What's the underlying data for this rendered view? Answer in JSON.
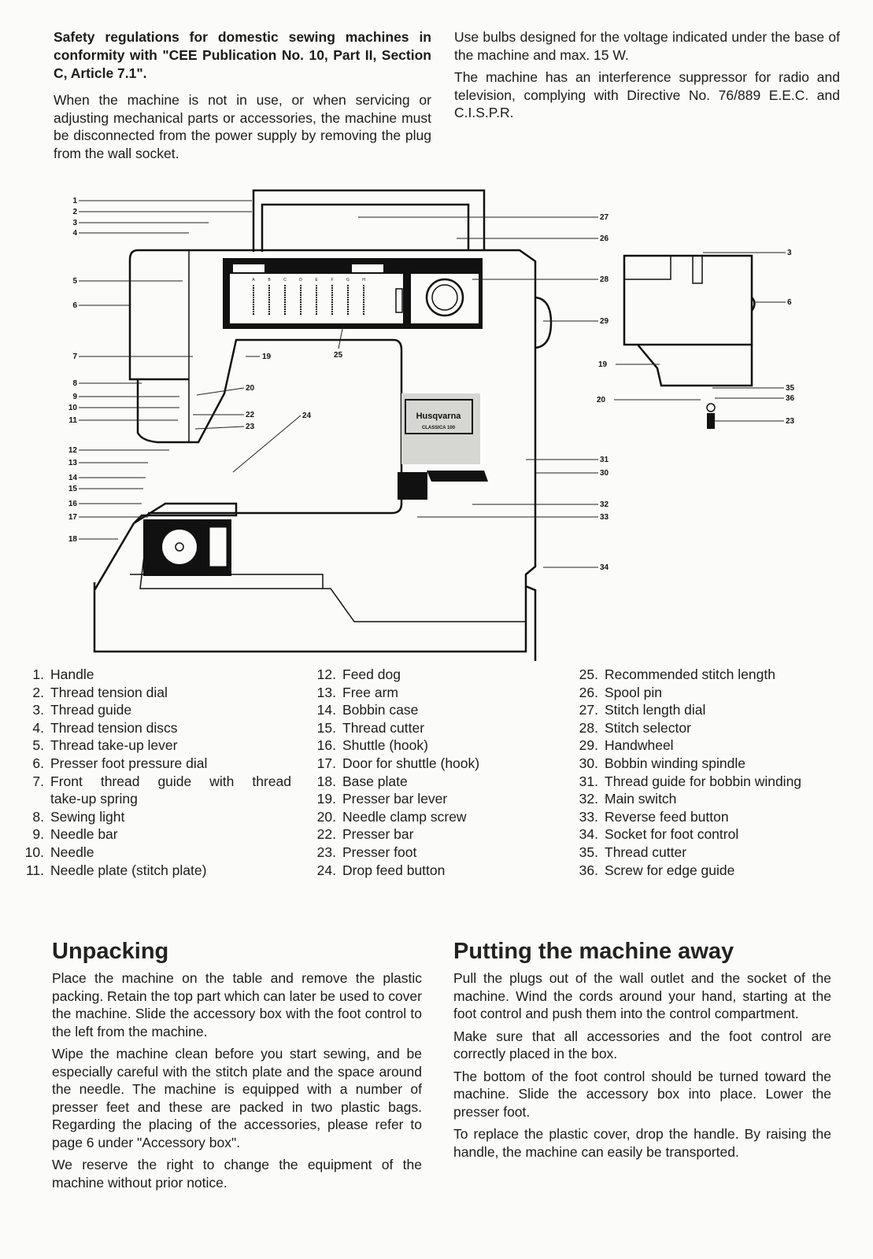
{
  "safety": {
    "heading": "Safety regulations for domestic sewing machines in conformity with \"CEE Publication No. 10, Part II, Section C, Article 7.1\".",
    "body": "When the machine is not in use, or when servicing or adjusting mechanical parts or accessories, the machine must be disconnected from the power supply by removing the plug from the wall socket."
  },
  "right_top": {
    "paragraphs": [
      "Use bulbs designed for the voltage indicated under the base of the machine and max. 15 W.",
      "The machine has an interference suppressor for radio and television, complying with Directive No. 76/889 E.E.C. and C.I.S.P.R."
    ]
  },
  "diagram": {
    "brand_label": "Husqvarna",
    "model_label": "CLASSICA 100",
    "callouts_left": [
      "1",
      "2",
      "3",
      "4",
      "5",
      "6",
      "7",
      "8",
      "9",
      "10",
      "11",
      "12",
      "13",
      "14",
      "15",
      "16",
      "17",
      "18"
    ],
    "callouts_inner": [
      "19",
      "20",
      "22",
      "23",
      "24",
      "25"
    ],
    "callouts_right": [
      "27",
      "26",
      "28",
      "29",
      "31",
      "30",
      "32",
      "33",
      "34"
    ],
    "side_view_callouts": [
      "3",
      "6",
      "19",
      "20",
      "35",
      "36",
      "23"
    ],
    "stitch_letters": [
      "A",
      "B",
      "C",
      "D",
      "E",
      "F",
      "G",
      "H"
    ]
  },
  "parts": {
    "col1": [
      {
        "num": "1.",
        "label": "Handle"
      },
      {
        "num": "2.",
        "label": "Thread tension dial"
      },
      {
        "num": "3.",
        "label": "Thread guide"
      },
      {
        "num": "4.",
        "label": "Thread tension discs"
      },
      {
        "num": "5.",
        "label": "Thread take-up lever"
      },
      {
        "num": "6.",
        "label": "Presser foot pressure dial"
      },
      {
        "num": "7.",
        "label": "Front thread guide with thread"
      },
      {
        "num": "",
        "label": "take-up spring"
      },
      {
        "num": "8.",
        "label": "Sewing light"
      },
      {
        "num": "9.",
        "label": "Needle bar"
      },
      {
        "num": "10.",
        "label": "Needle"
      },
      {
        "num": "11.",
        "label": "Needle plate (stitch plate)"
      }
    ],
    "col2": [
      {
        "num": "12.",
        "label": "Feed dog"
      },
      {
        "num": "13.",
        "label": "Free arm"
      },
      {
        "num": "14.",
        "label": "Bobbin case"
      },
      {
        "num": "15.",
        "label": "Thread cutter"
      },
      {
        "num": "16.",
        "label": "Shuttle (hook)"
      },
      {
        "num": "17.",
        "label": "Door for shuttle (hook)"
      },
      {
        "num": "18.",
        "label": "Base plate"
      },
      {
        "num": "19.",
        "label": "Presser bar lever"
      },
      {
        "num": "20.",
        "label": "Needle clamp screw"
      },
      {
        "num": "22.",
        "label": "Presser bar"
      },
      {
        "num": "23.",
        "label": "Presser foot"
      },
      {
        "num": "24.",
        "label": "Drop feed button"
      }
    ],
    "col3": [
      {
        "num": "25.",
        "label": "Recommended stitch length"
      },
      {
        "num": "26.",
        "label": "Spool pin"
      },
      {
        "num": "27.",
        "label": "Stitch length dial"
      },
      {
        "num": "28.",
        "label": "Stitch selector"
      },
      {
        "num": "29.",
        "label": "Handwheel"
      },
      {
        "num": "30.",
        "label": "Bobbin winding spindle"
      },
      {
        "num": "31.",
        "label": "Thread guide for bobbin winding"
      },
      {
        "num": "32.",
        "label": "Main switch"
      },
      {
        "num": "33.",
        "label": "Reverse feed button"
      },
      {
        "num": "34.",
        "label": "Socket for foot control"
      },
      {
        "num": "35.",
        "label": "Thread cutter"
      },
      {
        "num": "36.",
        "label": "Screw for edge guide"
      }
    ]
  },
  "unpacking": {
    "title": "Unpacking",
    "paragraphs": [
      "Place the machine on the table and remove the plastic packing. Retain the top part which can later be used to cover the machine. Slide the accessory box with the foot control to the left from the machine.",
      "Wipe the machine clean before you start sewing, and be especially careful with the stitch plate and the space around the needle. The machine is equipped with a number of presser feet and these are packed in two plastic bags. Regarding the placing of the accessories, please refer to page 6 under \"Accessory box\".",
      "We reserve the right to change the equipment of the machine without prior notice."
    ]
  },
  "putting_away": {
    "title": "Putting the machine away",
    "paragraphs": [
      "Pull the plugs out of the wall outlet and the socket of the machine. Wind the cords around your hand, starting at the foot control and push them into the control compartment.",
      "Make sure that all accessories and the foot control are correctly placed in the box.",
      "The bottom of the foot control should be turned toward the machine. Slide the accessory box into place. Lower the presser foot.",
      "To replace the plastic cover, drop the handle. By raising the handle, the machine can easily be transported."
    ]
  }
}
